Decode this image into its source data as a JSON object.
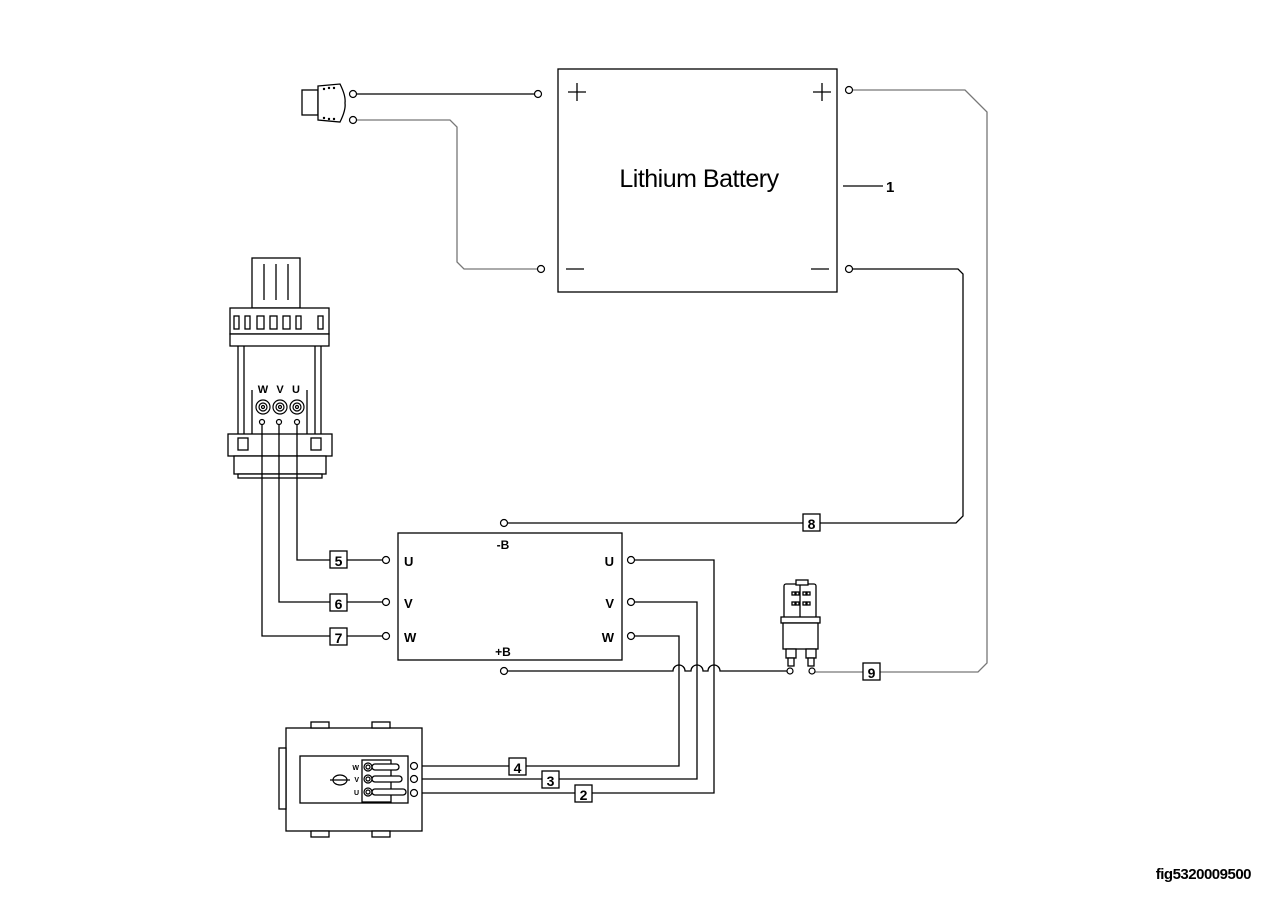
{
  "diagram": {
    "battery": {
      "label": "Lithium Battery",
      "callout": "1",
      "pos_symbol": "+",
      "neg_symbol": "—"
    },
    "controller": {
      "left_terminals": [
        "U",
        "V",
        "W"
      ],
      "right_terminals": [
        "U",
        "V",
        "W"
      ],
      "neg_terminal": "-B",
      "pos_terminal": "+B"
    },
    "motor_connector": {
      "terminals": [
        "W",
        "V",
        "U"
      ]
    },
    "junction_box": {
      "terminals": [
        "W",
        "V",
        "U"
      ]
    },
    "wire_tags": [
      "2",
      "3",
      "4",
      "5",
      "6",
      "7",
      "8",
      "9"
    ],
    "figure_id": "fig5320009500"
  }
}
